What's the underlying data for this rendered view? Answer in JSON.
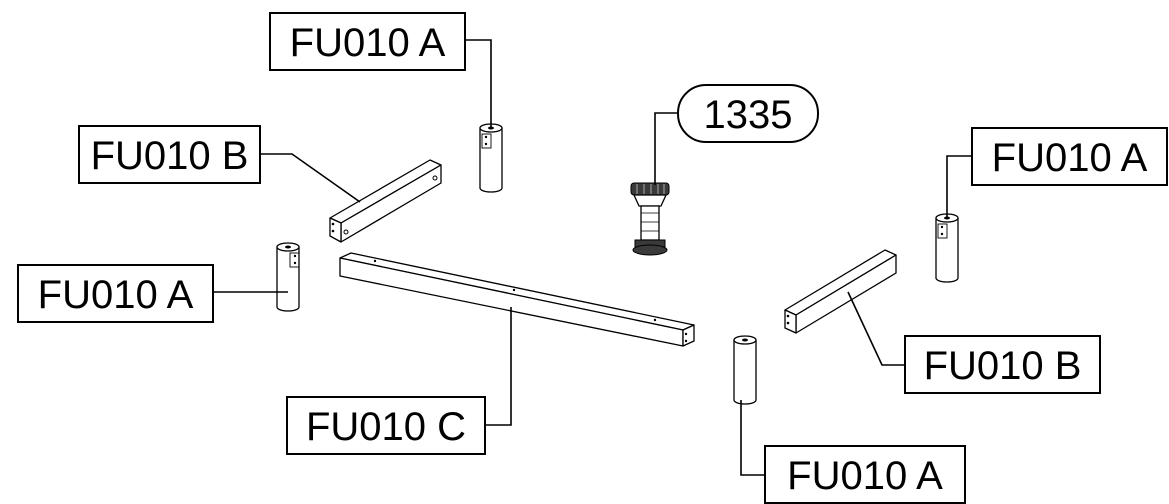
{
  "labels": {
    "leg_top": "FU010 A",
    "leg_left": "FU010 A",
    "leg_right": "FU010 A",
    "leg_bottom": "FU010 A",
    "rail_short_left": "FU010 B",
    "rail_short_right": "FU010 B",
    "rail_long": "FU010 C",
    "leveler": "1335"
  },
  "colors": {
    "line": "#000000",
    "background": "#ffffff",
    "leveler_dark": "#3a3a3a"
  }
}
